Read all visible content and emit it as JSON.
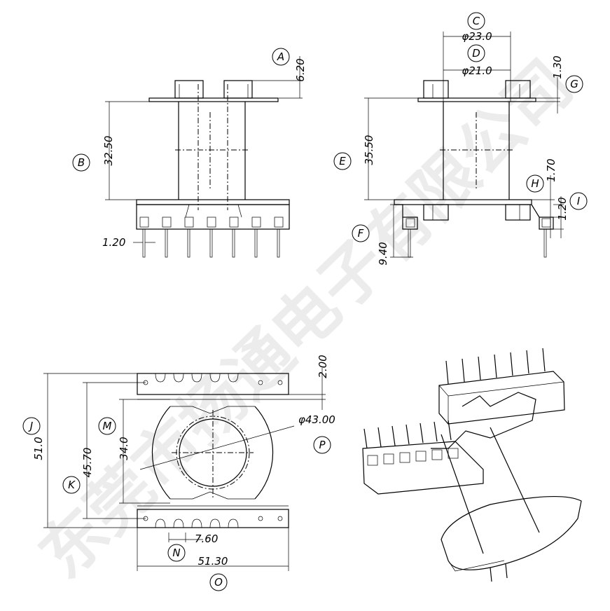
{
  "watermark": "东莞市扬通电子有限公司",
  "labels": {
    "A": "A",
    "B": "B",
    "C": "C",
    "D": "D",
    "E": "E",
    "F": "F",
    "G": "G",
    "H": "H",
    "I": "I",
    "J": "J",
    "K": "K",
    "M": "M",
    "N": "N",
    "O": "O",
    "P": "P"
  },
  "dimensions": {
    "A": "6.20",
    "B": "32.50",
    "pin_width": "1.20",
    "C": "φ23.0",
    "D": "φ21.0",
    "G": "1.30",
    "E": "35.50",
    "F": "9.40",
    "H": "1.70",
    "I": "1.20",
    "J": "51.0",
    "K": "45.70",
    "M": "34.0",
    "slot": "2.00",
    "P": "φ43.00",
    "N": "7.60",
    "O": "51.30"
  }
}
